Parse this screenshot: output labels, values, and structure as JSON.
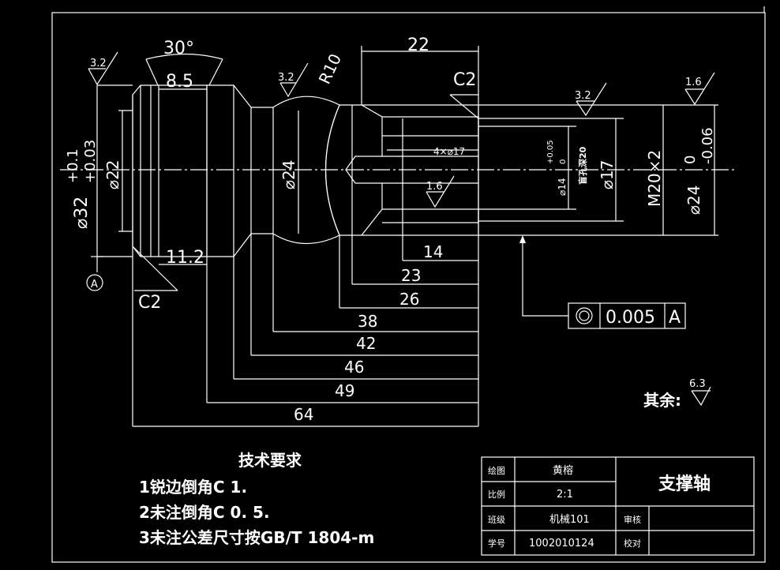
{
  "drawing": {
    "angle_30": "30°",
    "dim_8_5": "8.5",
    "dim_11_2": "11.2",
    "dia_32": "⌀32",
    "dia_32_tol_upper": "+0.1",
    "dia_32_tol_lower": "+0.03",
    "dia_22": "⌀22",
    "dia_24_left": "⌀24",
    "radius_r10": "R10",
    "rough_3_2_a": "3.2",
    "rough_3_2_b": "3.2",
    "rough_3_2_c": "3.2",
    "rough_1_6_a": "1.6",
    "rough_1_6_b": "1.6",
    "chamfer_c2_top": "C2",
    "chamfer_c2_bottom": "C2",
    "dim_22": "22",
    "holes_4x17": "4×⌀17",
    "dia_14": "⌀14",
    "dia_14_tol_upper": "+0.05",
    "dia_14_tol_lower": "0",
    "depth_note": "盲孔深20",
    "dia_17": "⌀17",
    "thread_m20": "M20×2",
    "dia_24_right": "⌀24",
    "dia_24_tol_upper": "0",
    "dia_24_tol_lower": "-0.06",
    "datum_a": "A",
    "dim_14": "14",
    "dim_23": "23",
    "dim_26": "26",
    "dim_38": "38",
    "dim_42": "42",
    "dim_46": "46",
    "dim_49": "49",
    "dim_64": "64",
    "tolerance_value": "0.005",
    "tolerance_datum": "A",
    "rest_label": "其余:",
    "rest_rough": "6.3"
  },
  "notes": {
    "title": "技术要求",
    "line1": "1锐边倒角C 1.",
    "line2": "2未注倒角C 0. 5.",
    "line3": "3未注公差尺寸按GB/T  1804-m"
  },
  "titleblock": {
    "drawn_label": "绘图",
    "drawn_value": "黄榕",
    "scale_label": "比例",
    "scale_value": "2:1",
    "class_label": "班级",
    "class_value": "机械101",
    "id_label": "学号",
    "id_value": "1002010124",
    "part_name": "支撑轴",
    "review_label": "审核",
    "check_label": "校对"
  },
  "colors": {
    "background": "#000000",
    "lines": "#ffffff",
    "hatch": "#3a3aff"
  }
}
